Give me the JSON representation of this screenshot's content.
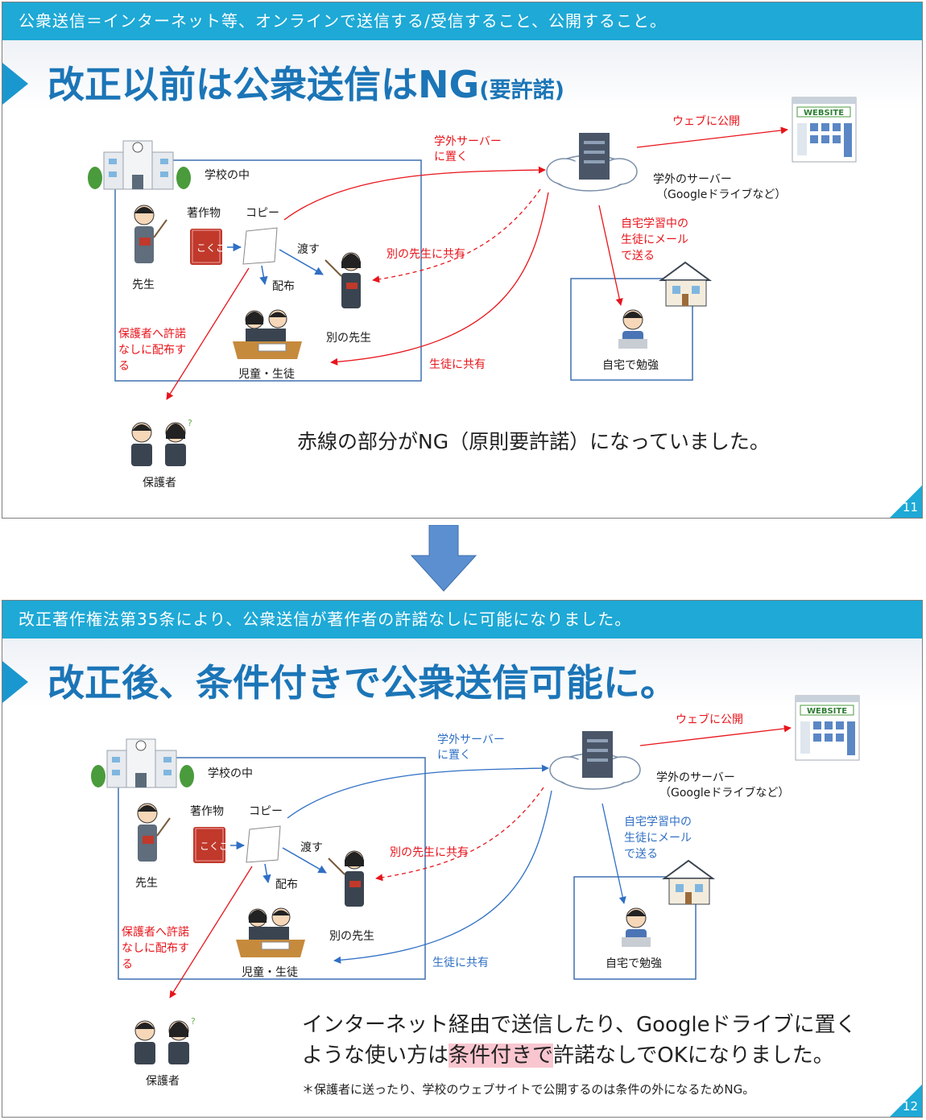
{
  "slides": [
    {
      "banner": "公衆送信＝インターネット等、オンラインで送信する/受信すること、公開すること。",
      "title_main": "改正以前は公衆送信はNG",
      "title_small": "(要許諾)",
      "note": "赤線の部分がNG（原則要許諾）になっていました。",
      "page": "11",
      "labels": {
        "school_inside": "学校の中",
        "work": "著作物",
        "copy": "コピー",
        "teacher": "先生",
        "hand": "渡す",
        "distribute": "配布",
        "other_teacher": "別の先生",
        "students": "児童・生徒",
        "parents": "保護者",
        "parents_line1": "保護者へ許諾",
        "parents_line2": "なしに配布す",
        "parents_line3": "る",
        "server_line1": "学外サーバー",
        "server_line2": "に置く",
        "share_teacher": "別の先生に共有",
        "share_students": "生徒に共有",
        "web_publish": "ウェブに公開",
        "server_name": "学外のサーバー",
        "server_example": "（Googleドライブなど）",
        "mail_line1": "自宅学習中の",
        "mail_line2": "生徒にメール",
        "mail_line3": "で送る",
        "home_study": "自宅で勉強",
        "website": "WEBSITE",
        "book_text": "こくご"
      }
    },
    {
      "banner": "改正著作権法第35条により、公衆送信が著作者の許諾なしに可能になりました。",
      "title_main": "改正後、条件付きで公衆送信可能に。",
      "note_part1": "インターネット経由で送信したり、Googleドライブに置く",
      "note_part2": "ような使い方は",
      "note_highlight": "条件付きで",
      "note_part3": "許諾なしでOKになりました。",
      "footnote": "＊保護者に送ったり、学校のウェブサイトで公開するのは条件の外になるためNG。",
      "page": "12",
      "labels": {
        "school_inside": "学校の中",
        "work": "著作物",
        "copy": "コピー",
        "teacher": "先生",
        "hand": "渡す",
        "distribute": "配布",
        "other_teacher": "別の先生",
        "students": "児童・生徒",
        "parents": "保護者",
        "parents_line1": "保護者へ許諾",
        "parents_line2": "なしに配布す",
        "parents_line3": "る",
        "server_line1": "学外サーバー",
        "server_line2": "に置く",
        "share_teacher": "別の先生に共有",
        "share_students": "生徒に共有",
        "web_publish": "ウェブに公開",
        "server_name": "学外のサーバー",
        "server_example": "（Googleドライブなど）",
        "mail_line1": "自宅学習中の",
        "mail_line2": "生徒にメール",
        "mail_line3": "で送る",
        "home_study": "自宅で勉強",
        "website": "WEBSITE",
        "book_text": "こくご"
      }
    }
  ],
  "colors": {
    "banner": "#1ea9d6",
    "title": "#1b75b7",
    "ng_red": "#e8141b",
    "ok_blue": "#2f6fc4",
    "frame": "#3d70b2",
    "arrow_down": "#5b8fd0",
    "highlight": "#f9c6cf"
  }
}
